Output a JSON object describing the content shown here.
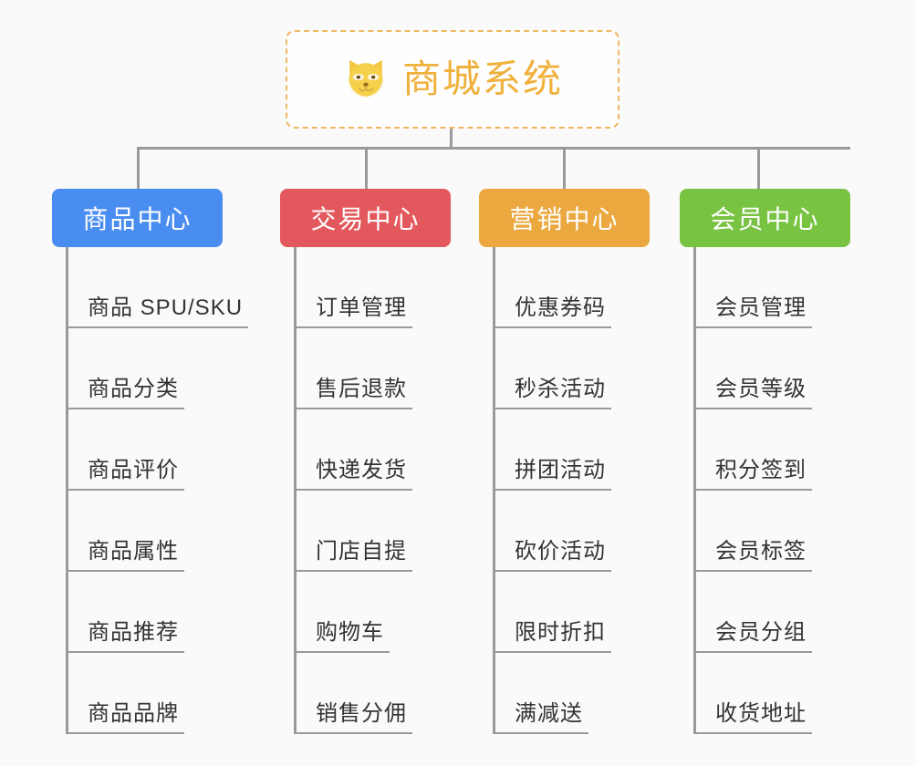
{
  "diagram": {
    "type": "mind-map",
    "background_color": "#fafafa",
    "connector_color": "#9a9a9a"
  },
  "root": {
    "title": "商城系统",
    "icon": "shiba-dog-icon",
    "text_color": "#f0b03c",
    "border_color": "#eeb861",
    "border_style": "dashed"
  },
  "columns": [
    {
      "id": "product-center",
      "header": "商品中心",
      "color": "#4a8df0",
      "items": [
        "商品 SPU/SKU",
        "商品分类",
        "商品评价",
        "商品属性",
        "商品推荐",
        "商品品牌"
      ]
    },
    {
      "id": "trade-center",
      "header": "交易中心",
      "color": "#e2585c",
      "items": [
        "订单管理",
        "售后退款",
        "快递发货",
        "门店自提",
        "购物车",
        "销售分佣"
      ]
    },
    {
      "id": "marketing-center",
      "header": "营销中心",
      "color": "#eaa83f",
      "items": [
        "优惠券码",
        "秒杀活动",
        "拼团活动",
        "砍价活动",
        "限时折扣",
        "满减送"
      ]
    },
    {
      "id": "member-center",
      "header": "会员中心",
      "color": "#79c342",
      "items": [
        "会员管理",
        "会员等级",
        "积分签到",
        "会员标签",
        "会员分组",
        "收货地址"
      ]
    }
  ]
}
